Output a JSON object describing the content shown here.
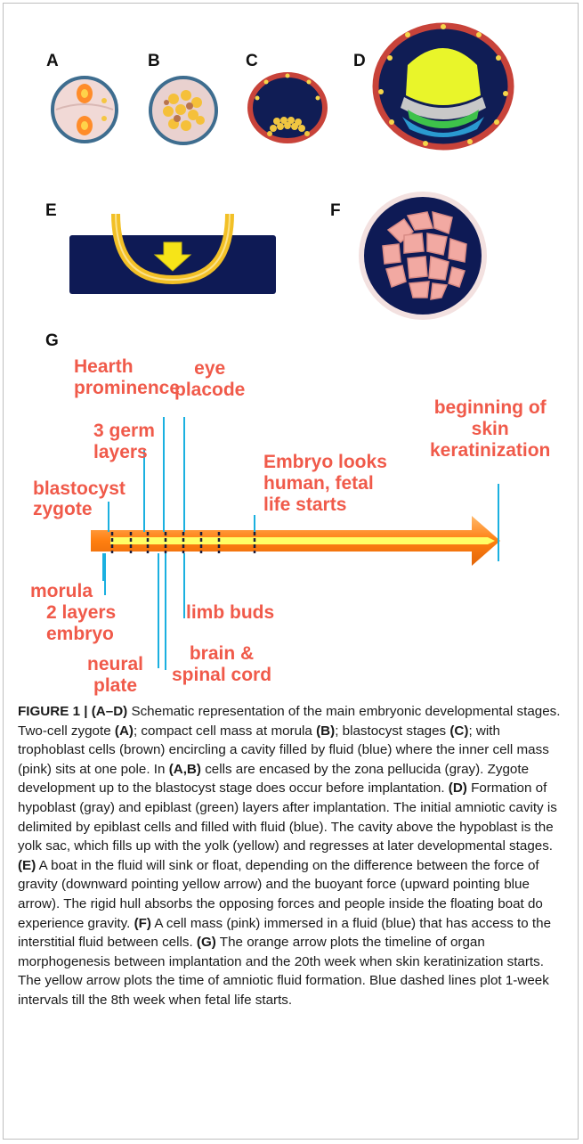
{
  "panels": {
    "A": "A",
    "B": "B",
    "C": "C",
    "D": "D",
    "E": "E",
    "F": "F",
    "G": "G"
  },
  "timeline": {
    "labels_above": {
      "hearth_prominence": "Hearth\nprominence",
      "eye_placode": "eye\nplacode",
      "germ_layers": "3 germ\nlayers",
      "blastocyst": "blastocyst",
      "zygote": "zygote",
      "embryo_looks_human": "Embryo looks\nhuman, fetal\nlife starts",
      "skin_keratinization": "beginning of\nskin\nkeratinization"
    },
    "labels_below": {
      "morula": "morula",
      "two_layers": "2 layers\nembryo",
      "neural_plate": "neural\nplate",
      "limb_buds": "limb buds",
      "brain_spinal": "brain &\nspinal cord"
    },
    "colors": {
      "arrow": "#ff8a1e",
      "inner_arrow": "#ffff66",
      "tick": "#1ab0e0",
      "label": "#f05a4a"
    }
  },
  "caption": {
    "label": "FIGURE 1 | ",
    "seg": [
      {
        "b": "(A–D)"
      },
      {
        "t": " Schematic representation of the main embryonic developmental stages. Two-cell zygote "
      },
      {
        "b": "(A)"
      },
      {
        "t": "; compact cell mass at morula "
      },
      {
        "b": "(B)"
      },
      {
        "t": "; blastocyst stages "
      },
      {
        "b": "(C)"
      },
      {
        "t": "; with trophoblast cells (brown) encircling a cavity filled by fluid (blue) where the inner cell mass (pink) sits at one pole. In "
      },
      {
        "b": "(A,B)"
      },
      {
        "t": " cells are encased by the zona pellucida (gray). Zygote development up to the blastocyst stage does occur before implantation. "
      },
      {
        "b": "(D)"
      },
      {
        "t": " Formation of hypoblast (gray) and epiblast (green) layers after implantation. The initial amniotic cavity is delimited by epiblast cells and filled with fluid (blue). The cavity above the hypoblast is the yolk sac, which fills up with the yolk (yellow) and regresses at later developmental stages. "
      },
      {
        "b": "(E)"
      },
      {
        "t": " A boat in the fluid will sink or float, depending on the difference between the force of gravity (downward pointing yellow arrow) and the buoyant force (upward pointing blue arrow). The rigid hull absorbs the opposing forces and people inside the floating boat do experience gravity. "
      },
      {
        "b": "(F)"
      },
      {
        "t": " A cell mass (pink) immersed in a fluid (blue) that has access to the interstitial fluid between cells. "
      },
      {
        "b": "(G)"
      },
      {
        "t": " The orange arrow plots the timeline of organ morphogenesis between implantation and the 20th week when skin keratinization starts. The yellow arrow plots the time of amniotic fluid formation. Blue dashed lines plot 1-week intervals till the 8th week when fetal life starts."
      }
    ]
  }
}
